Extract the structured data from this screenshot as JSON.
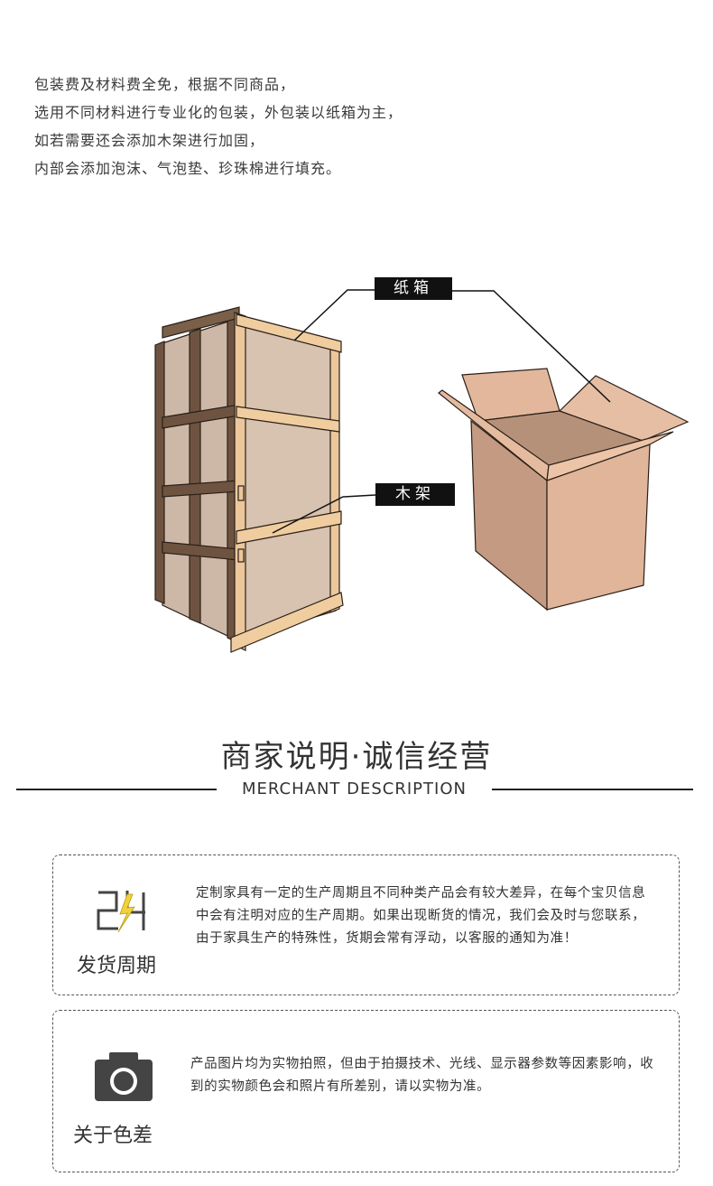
{
  "intro": {
    "lines": [
      "包装费及材料费全免，根据不同商品，",
      "选用不同材料进行专业化的包装，外包装以纸箱为主，",
      "如若需要还会添加木架进行加固，",
      "内部会添加泡沫、气泡垫、珍珠棉进行填充。"
    ]
  },
  "illustration": {
    "label_box": "纸箱",
    "label_frame": "木架",
    "colors": {
      "wood_dark": "#6e5440",
      "wood_light": "#ecc79b",
      "panel": "#d2bba9",
      "carton": "#e0b59a",
      "carton_inner": "#b6917a"
    }
  },
  "section": {
    "title": "商家说明·诚信经营",
    "subtitle": "MERCHANT DESCRIPTION"
  },
  "cards": [
    {
      "icon": "24-hour-lightning-icon",
      "label": "发货周期",
      "text": "定制家具有一定的生产周期且不同种类产品会有较大差异，在每个宝贝信息中会有注明对应的生产周期。如果出现断货的情况，我们会及时与您联系，由于家具生产的特殊性，货期会常有浮动，以客服的通知为准！"
    },
    {
      "icon": "camera-icon",
      "label": "关于色差",
      "text": "产品图片均为实物拍照，但由于拍摄技术、光线、显示器参数等因素影响，收到的实物颜色会和照片有所差别，请以实物为准。"
    }
  ]
}
